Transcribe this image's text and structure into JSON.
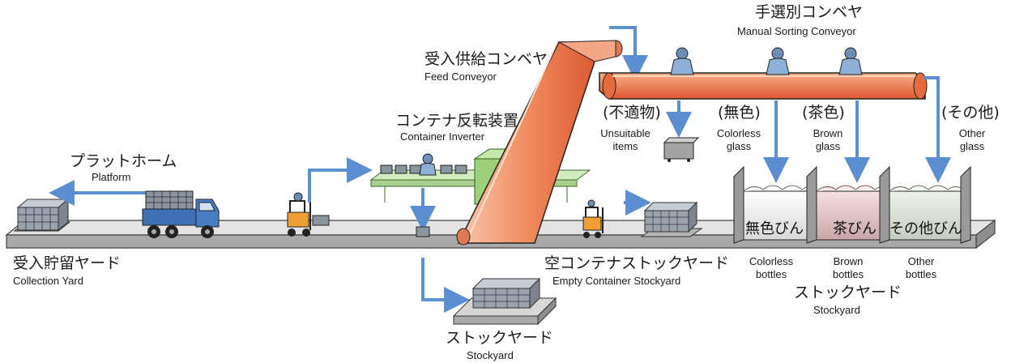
{
  "colors": {
    "floor": "#c9c9c9",
    "arrow": "#5b8fd1",
    "conveyor_hot": "#e8653a",
    "conveyor_light": "#f6b899",
    "green_belt": "#a9d08e",
    "inverter_box": "#9dd07a",
    "truck_blue": "#3f6fb5",
    "forklift": "#f0a033"
  },
  "labels": {
    "platform": {
      "ja": "プラットホーム",
      "en": "Platform"
    },
    "collection_yard": {
      "ja": "受入貯留ヤード",
      "en": "Collection Yard"
    },
    "container_inverter": {
      "ja": "コンテナ反転装置",
      "en": "Container Inverter"
    },
    "feed_conveyor": {
      "ja": "受入供給コンベヤ",
      "en": "Feed Conveyor"
    },
    "manual_sorting": {
      "ja": "手選別コンベヤ",
      "en": "Manual Sorting Conveyor"
    },
    "unsuitable": {
      "ja": "(不適物)",
      "en1": "Unsuitable",
      "en2": "items"
    },
    "colorless": {
      "ja": "(無色)",
      "en1": "Colorless",
      "en2": "glass"
    },
    "brown": {
      "ja": "(茶色)",
      "en1": "Brown",
      "en2": "glass"
    },
    "other": {
      "ja": "(その他)",
      "en1": "Other",
      "en2": "glass"
    },
    "empty_container": {
      "ja": "空コンテナストックヤード",
      "en": "Empty Container Stockyard"
    },
    "stockyard_bottom": {
      "ja": "ストックヤード",
      "en": "Stockyard"
    },
    "stockyard_right": {
      "ja": "ストックヤード",
      "en": "Stockyard"
    }
  },
  "bins": [
    {
      "ja": "無色びん",
      "en1": "Colorless",
      "en2": "bottles"
    },
    {
      "ja": "茶びん",
      "en1": "Brown",
      "en2": "bottles"
    },
    {
      "ja": "その他びん",
      "en1": "Other",
      "en2": "bottles"
    }
  ]
}
